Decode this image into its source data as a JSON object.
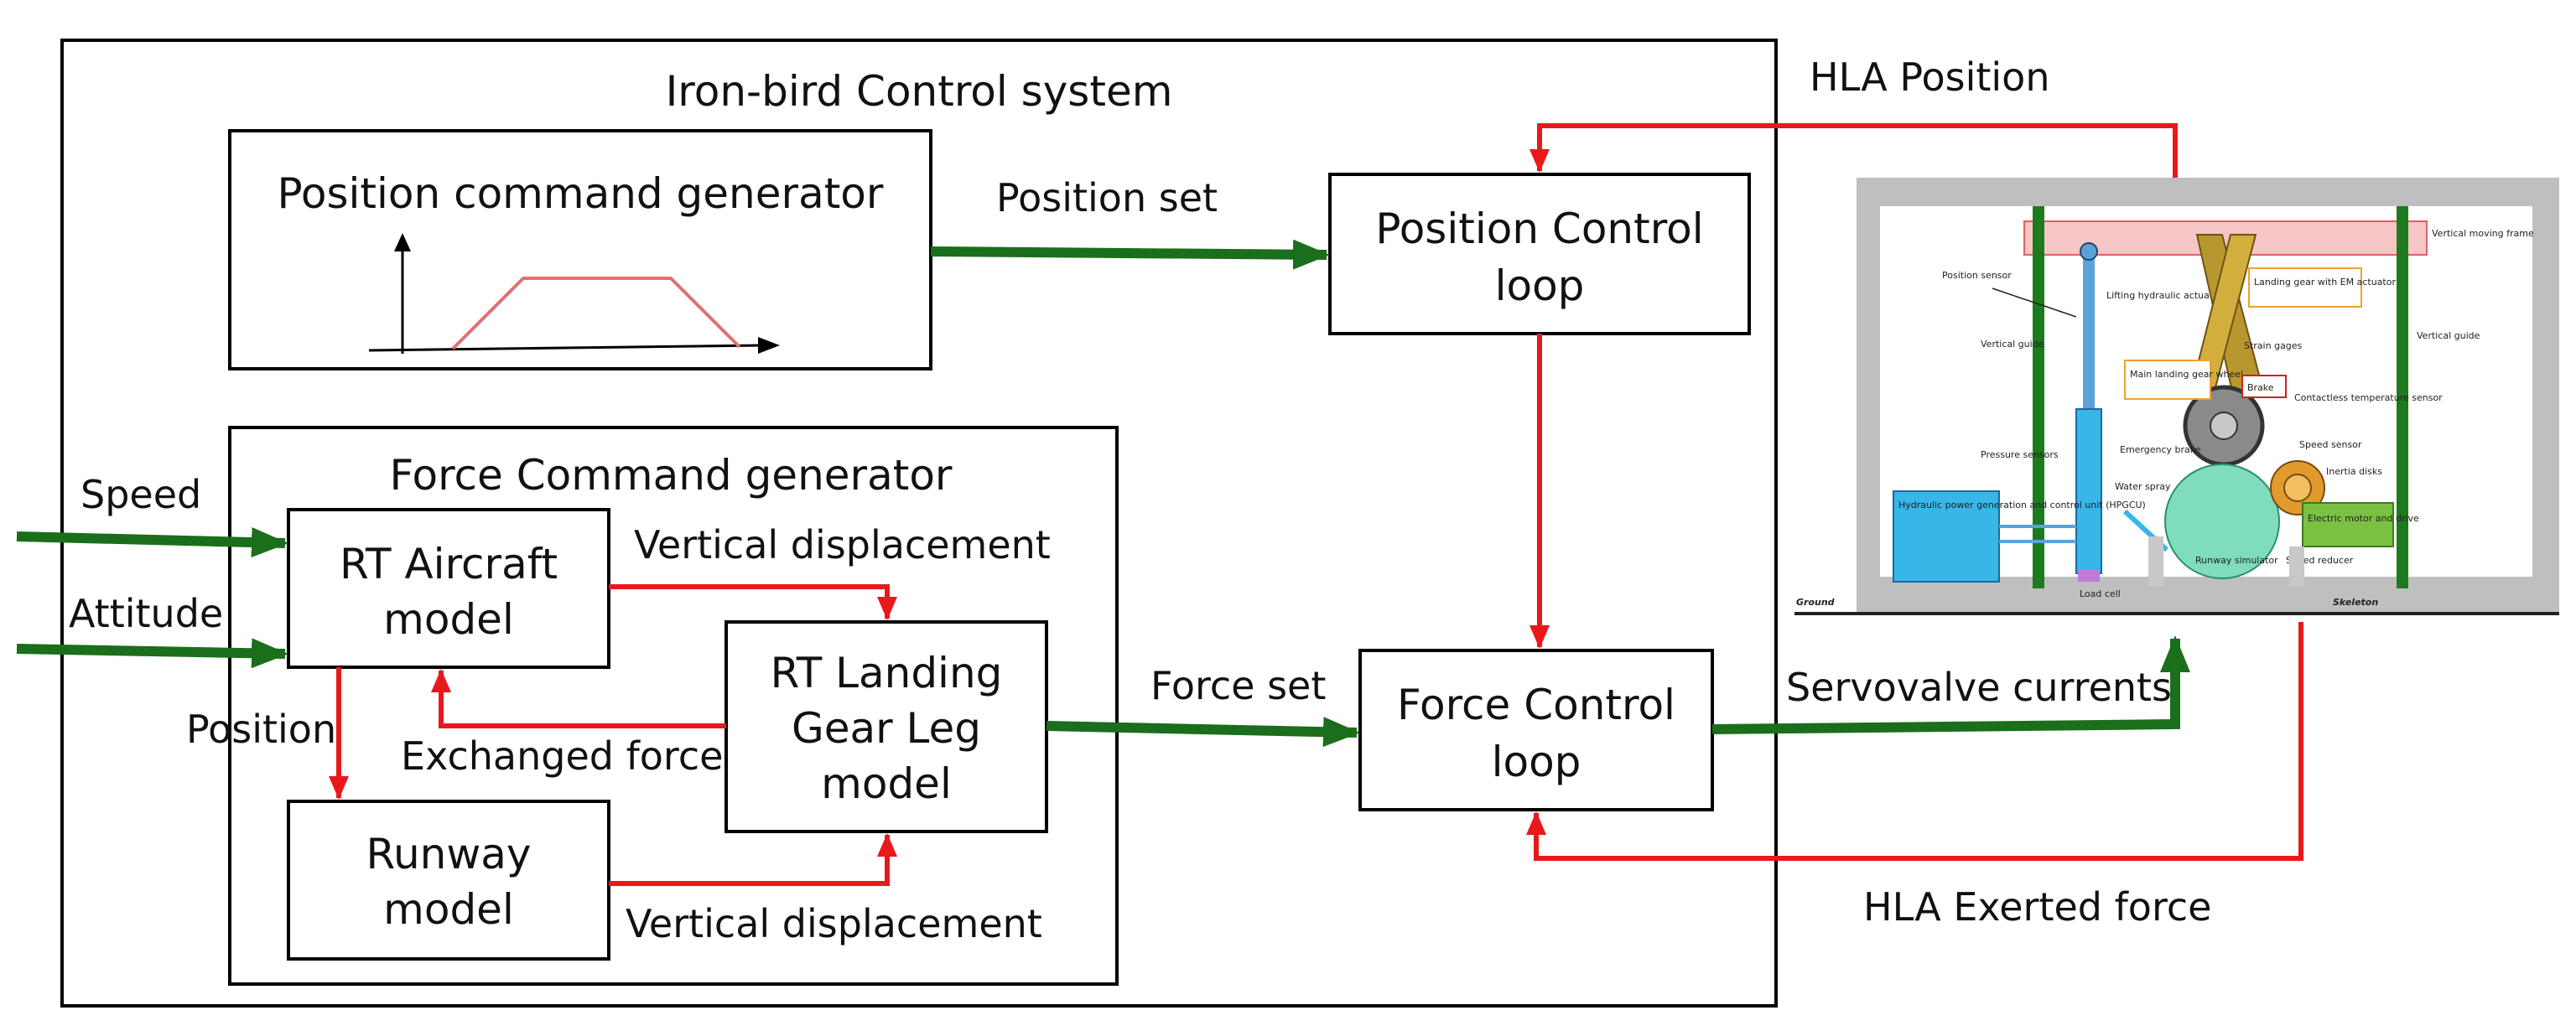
{
  "control_system": {
    "title": "Iron-bird Control system",
    "position_generator": {
      "title": "Position command generator"
    },
    "force_generator": {
      "title": "Force Command generator"
    },
    "rt_aircraft": {
      "line1": "RT Aircraft",
      "line2": "model"
    },
    "runway": {
      "line1": "Runway",
      "line2": "model"
    },
    "landing_gear": {
      "line1": "RT Landing",
      "line2": "Gear Leg",
      "line3": "model"
    }
  },
  "position_loop": {
    "line1": "Position Control",
    "line2": "loop"
  },
  "force_loop": {
    "line1": "Force Control",
    "line2": "loop"
  },
  "signals": {
    "position_set": "Position set",
    "force_set": "Force set",
    "speed": "Speed",
    "attitude": "Attitude",
    "vertical_displacement_top": "Vertical displacement",
    "vertical_displacement_bottom": "Vertical displacement",
    "exchanged_force": "Exchanged force",
    "position": "Position",
    "hla_position": "HLA Position",
    "hla_exerted_force": "HLA Exerted force",
    "servovalve_currents": "Servovalve currents"
  },
  "rig_labels": {
    "vertical_moving_frame": "Vertical moving frame",
    "position_sensor": "Position sensor",
    "lifting_actuator": "Lifting hydraulic actuator",
    "landing_gear_em": "Landing gear with EM actuator",
    "vertical_guide_left": "Vertical guide",
    "vertical_guide_right": "Vertical guide",
    "strain_gages": "Strain gages",
    "main_wheel": "Main landing gear wheel",
    "brake": "Brake",
    "contactless_sensor": "Contactless temperature sensor",
    "speed_sensor": "Speed sensor",
    "inertia_disks": "Inertia disks",
    "pressure_sensors": "Pressure sensors",
    "emergency_brake": "Emergency brake",
    "water_spray": "Water spray",
    "hpgcu": "Hydraulic power generation and control unit (HPGCU)",
    "electric_motor": "Electric motor and drive",
    "runway_simulator": "Runway simulator",
    "speed_reducer": "Speed reducer",
    "load_cell": "Load cell",
    "ground": "Ground",
    "skeleton": "Skeleton"
  },
  "colors": {
    "signal_arrow": "#1b6e1b",
    "feedback_arrow": "#e8191b",
    "command_profile": "#e07070",
    "rig_frame": "#bfbfbf",
    "rig_guide": "#1d7a1d",
    "rig_top_beam": "#f6c5c5",
    "rig_actuator": "#5aa3d8",
    "rig_hpgcu": "#38b6e8",
    "rig_gear": "#b8982e",
    "rig_runway_disk": "#7fdcbe",
    "rig_motor": "#7ac142"
  }
}
